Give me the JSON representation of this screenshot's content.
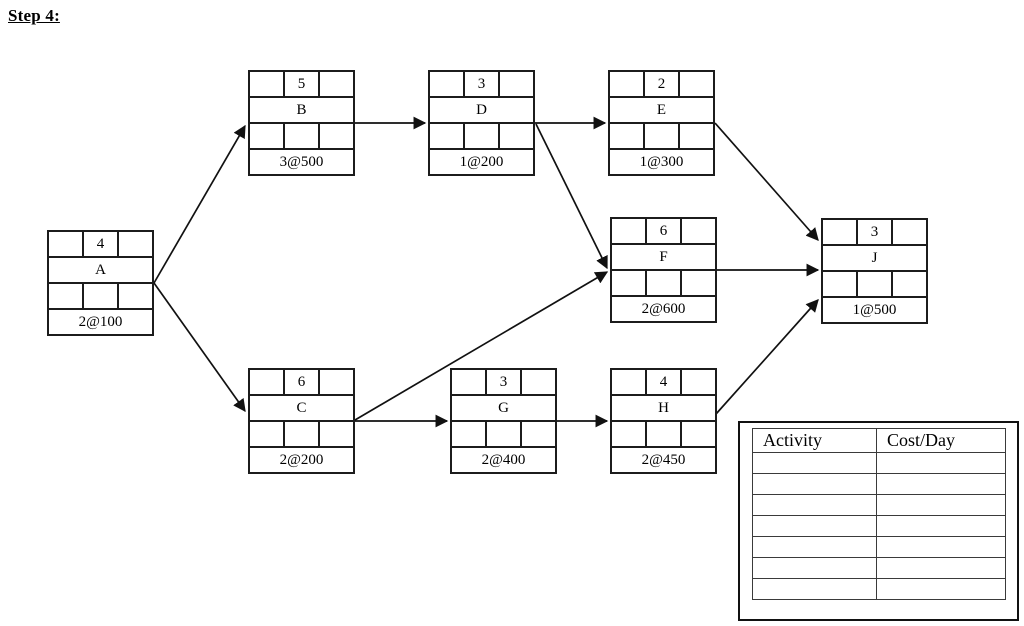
{
  "title": "Step 4:",
  "nodes": [
    {
      "id": "A",
      "duration": "4",
      "cost_per_day": "2@100"
    },
    {
      "id": "B",
      "duration": "5",
      "cost_per_day": "3@500"
    },
    {
      "id": "D",
      "duration": "3",
      "cost_per_day": "1@200"
    },
    {
      "id": "E",
      "duration": "2",
      "cost_per_day": "1@300"
    },
    {
      "id": "F",
      "duration": "6",
      "cost_per_day": "2@600"
    },
    {
      "id": "J",
      "duration": "3",
      "cost_per_day": "1@500"
    },
    {
      "id": "C",
      "duration": "6",
      "cost_per_day": "2@200"
    },
    {
      "id": "G",
      "duration": "3",
      "cost_per_day": "2@400"
    },
    {
      "id": "H",
      "duration": "4",
      "cost_per_day": "2@450"
    }
  ],
  "edges": [
    {
      "from": "A",
      "to": "B"
    },
    {
      "from": "A",
      "to": "C"
    },
    {
      "from": "B",
      "to": "D"
    },
    {
      "from": "D",
      "to": "E"
    },
    {
      "from": "D",
      "to": "F"
    },
    {
      "from": "E",
      "to": "J"
    },
    {
      "from": "C",
      "to": "G"
    },
    {
      "from": "C",
      "to": "F"
    },
    {
      "from": "G",
      "to": "H"
    },
    {
      "from": "F",
      "to": "J"
    },
    {
      "from": "H",
      "to": "J"
    }
  ],
  "cost_table": {
    "headers": [
      "Activity",
      "Cost/Day"
    ],
    "empty_rows": 7
  },
  "colors": {
    "line": "#111111",
    "background": "#ffffff",
    "text": "#000000"
  }
}
